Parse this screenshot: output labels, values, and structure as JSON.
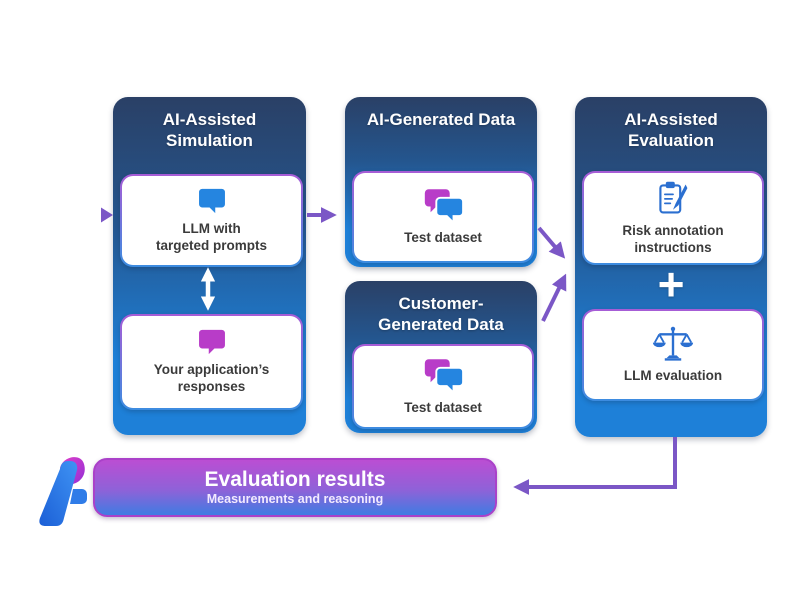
{
  "boxes": {
    "simulation": {
      "title": "AI-Assisted Simulation",
      "cards": [
        {
          "label": "LLM with targeted prompts",
          "icon": "chat-bubble-blue-icon"
        },
        {
          "label": "Your application’s responses",
          "icon": "chat-bubble-magenta-icon"
        }
      ],
      "connector_icon": "double-headed-arrow-icon"
    },
    "ai_generated": {
      "title": "AI-Generated Data",
      "cards": [
        {
          "label": "Test dataset",
          "icon": "chat-bubbles-duo-icon"
        }
      ]
    },
    "customer_generated": {
      "title": "Customer-Generated Data",
      "cards": [
        {
          "label": "Test dataset",
          "icon": "chat-bubbles-duo-icon"
        }
      ]
    },
    "evaluation": {
      "title": "AI-Assisted Evaluation",
      "plus_label": "+",
      "cards": [
        {
          "label": "Risk annotation instructions",
          "icon": "clipboard-pencil-icon"
        },
        {
          "label": "LLM evaluation",
          "icon": "scales-icon"
        }
      ]
    }
  },
  "results": {
    "title": "Evaluation results",
    "subtitle": "Measurements and reasoning",
    "logo_icon": "azure-ai-foundry-logo-icon"
  },
  "colors": {
    "box_gradient_top": "#2a4066",
    "box_gradient_bottom": "#1e80d8",
    "card_border_top": "#a85cd6",
    "card_border_bottom": "#3c8ce0",
    "arrow_purple": "#7b57c6",
    "chat_blue": "#2585e0",
    "chat_magenta": "#b83cc8",
    "eval_icon_blue": "#2b6fd0",
    "results_gradient_top": "#bb4ed3",
    "results_gradient_bottom": "#3f7ce2"
  }
}
